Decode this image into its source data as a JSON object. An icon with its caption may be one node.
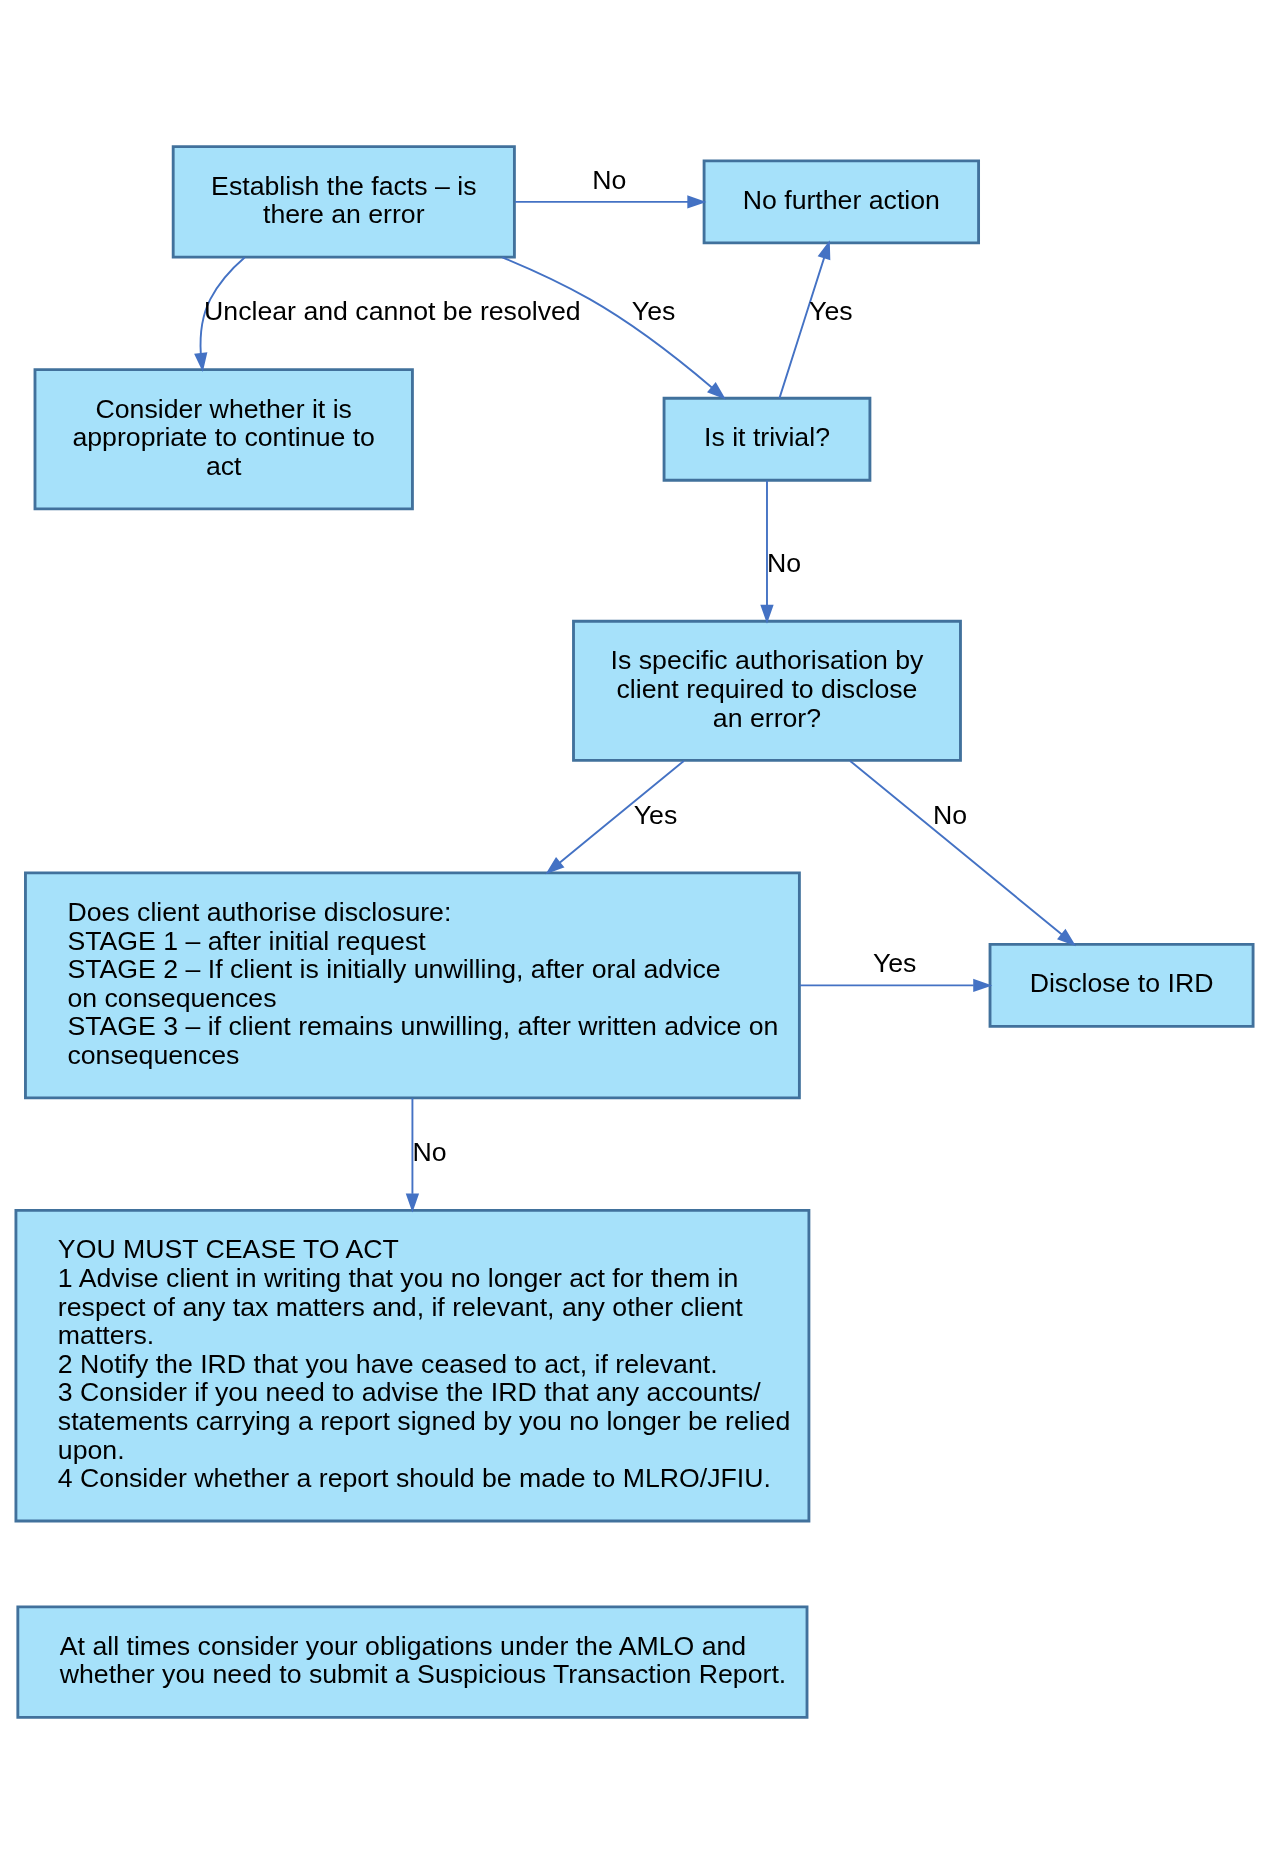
{
  "diagram": {
    "nodes": [
      {
        "text": [
          "Consider whether it is appropriate to continue to act"
        ]
      },
      {
        "text": [
          "Establish the facts – is there an error"
        ]
      },
      {
        "text": [
          "No further action"
        ]
      },
      {
        "text": [
          "Is it trivial?"
        ]
      },
      {
        "text": [
          "Is specific authorisation by client required to disclose an error?"
        ]
      },
      {
        "text": [
          "Does client authorise disclosure:",
          "STAGE 1 – after initial request",
          "STAGE 2 – If client is initially unwilling, after oral advice on consequences",
          "STAGE 3 – if client remains unwilling, after written advice on consequences"
        ]
      },
      {
        "text": [
          "Disclose to IRD"
        ]
      },
      {
        "text": [
          "YOU MUST CEASE TO ACT",
          "1 Advise client in writing that you no longer act for them in respect of any tax matters and, if relevant, any other client matters.",
          "2 Notify the IRD that you have ceased to act, if relevant.",
          "3 Consider if you need to advise the IRD that any accounts/ statements carrying a report signed by you no longer be relied upon.",
          "4 Consider whether a report should be made to MLRO/JFIU."
        ]
      },
      {
        "text": [
          "At all times consider your obligations under the AMLO and whether you need to submit a Suspicious Transaction Report."
        ]
      }
    ],
    "edges": [
      {
        "from": 1,
        "to": 0,
        "arrow": "to",
        "label": "Unclear and cannot be resolved"
      },
      {
        "from": 1,
        "to": 2,
        "arrow": "to",
        "label": "No"
      },
      {
        "from": 1,
        "to": 3,
        "arrow": "to",
        "label": "Yes"
      },
      {
        "from": 3,
        "to": 2,
        "arrow": "to",
        "label": "Yes"
      },
      {
        "from": 3,
        "to": 4,
        "arrow": "to",
        "label": "No"
      },
      {
        "from": 4,
        "to": 6,
        "arrow": "to",
        "label": "No"
      },
      {
        "from": 4,
        "to": 5,
        "arrow": "to",
        "label": "Yes"
      },
      {
        "from": 5,
        "to": 6,
        "arrow": "to",
        "label": "Yes"
      },
      {
        "from": 5,
        "to": 7,
        "arrow": "to",
        "label": "No"
      }
    ]
  }
}
